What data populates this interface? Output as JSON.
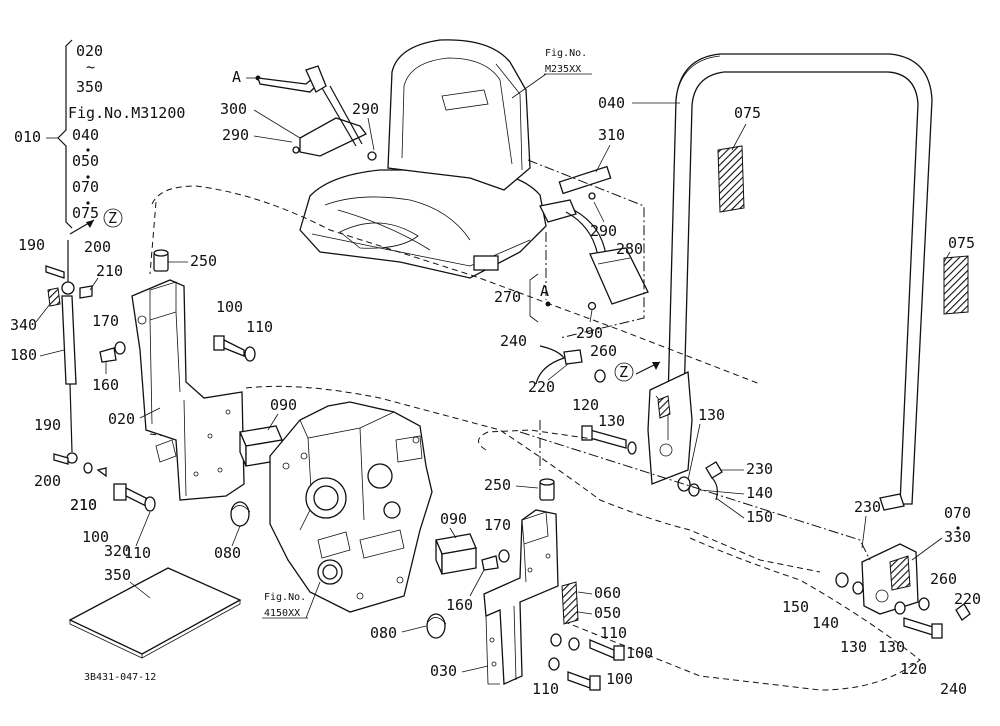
{
  "labels": {
    "range_top": "020",
    "tilde": "~",
    "range_350": "350",
    "fig_m31200": "Fig.No.M31200",
    "range_040": "040",
    "range_050": "050",
    "range_070": "070",
    "range_075": "075",
    "group_010": "010",
    "ref_z": "Z",
    "ref_a": "A",
    "p300": "300",
    "p290": "290",
    "fig_no": "Fig.No.",
    "fig_m235": "M235XX",
    "p040": "040",
    "p075": "075",
    "p310": "310",
    "p280": "280",
    "p270": "270",
    "p190": "190",
    "p200": "200",
    "p210": "210",
    "p340": "340",
    "p250": "250",
    "p170": "170",
    "p100": "100",
    "p110": "110",
    "p180": "180",
    "p160": "160",
    "p020": "020",
    "p090": "090",
    "p240": "240",
    "p260": "260",
    "p220": "220",
    "p120": "120",
    "p130": "130",
    "p230": "230",
    "p140": "140",
    "p150": "150",
    "p080": "080",
    "p060": "060",
    "p050": "050",
    "p030": "030",
    "p070": "070",
    "p330": "330",
    "p320": "320",
    "p350": "350",
    "fig_4150": "4150XX",
    "drawing_no": "3B431-047-12"
  }
}
